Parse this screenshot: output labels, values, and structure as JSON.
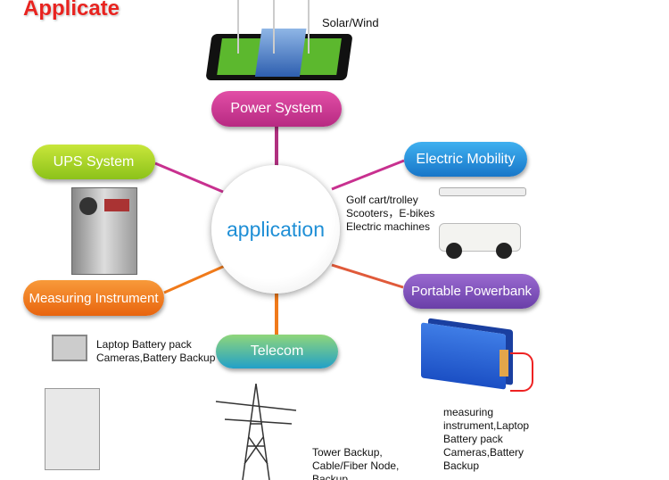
{
  "title": "Applicate",
  "center": "application",
  "nodes": {
    "power": {
      "label": "Power System",
      "caption": "Solar/Wind",
      "color": "#c8308f"
    },
    "ups": {
      "label": "UPS System",
      "color": "#9ccc1e"
    },
    "mobility": {
      "label": "Electric Mobility",
      "caption": [
        "Golf cart/trolley",
        "Scooters，E-bikes",
        "Electric machines"
      ],
      "color": "#1e8ed8"
    },
    "measuring": {
      "label": "Measuring Instrument",
      "caption": [
        "Laptop Battery pack",
        "Cameras,Battery Backup"
      ],
      "color": "#f07a1a"
    },
    "powerbank": {
      "label": "Portable Powerbank",
      "caption": [
        "measuring",
        "instrument,Laptop",
        "Battery pack",
        "Cameras,Battery",
        "Backup"
      ],
      "color": "#7a4fb8"
    },
    "telecom": {
      "label": "Telecom",
      "caption": [
        "Tower Backup,",
        "Cable/Fiber Node,",
        "Backup"
      ],
      "color": "#2fa6a8"
    }
  }
}
